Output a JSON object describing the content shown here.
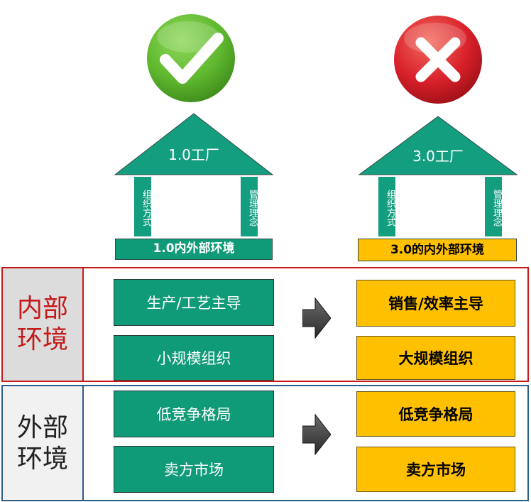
{
  "colors": {
    "teal": "#0f9a78",
    "gold": "#ffc000",
    "red": "#c41a1a",
    "blue": "#2e5d8a",
    "check_green": "#5fb82e",
    "cross_red": "#d8202a"
  },
  "icons": {
    "left_badge": "check-mark-icon",
    "right_badge": "cross-mark-icon",
    "arrow": "right-arrow-icon"
  },
  "left_house": {
    "roof_label": "1.0工厂",
    "left_pillar": "组织方式",
    "right_pillar": "管理理念",
    "base_label": "1.0内外部环境"
  },
  "right_house": {
    "roof_label": "3.0工厂",
    "left_pillar": "组织方式",
    "right_pillar": "管理理念",
    "base_label": "3.0的内外部环境"
  },
  "internal": {
    "label_line1": "内部",
    "label_line2": "环境",
    "left_items": [
      "生产/工艺主导",
      "小规模组织"
    ],
    "right_items": [
      "销售/效率主导",
      "大规模组织"
    ]
  },
  "external": {
    "label_line1": "外部",
    "label_line2": "环境",
    "left_items": [
      "低竞争格局",
      "卖方市场"
    ],
    "right_items": [
      "低竞争格局",
      "卖方市场"
    ]
  }
}
